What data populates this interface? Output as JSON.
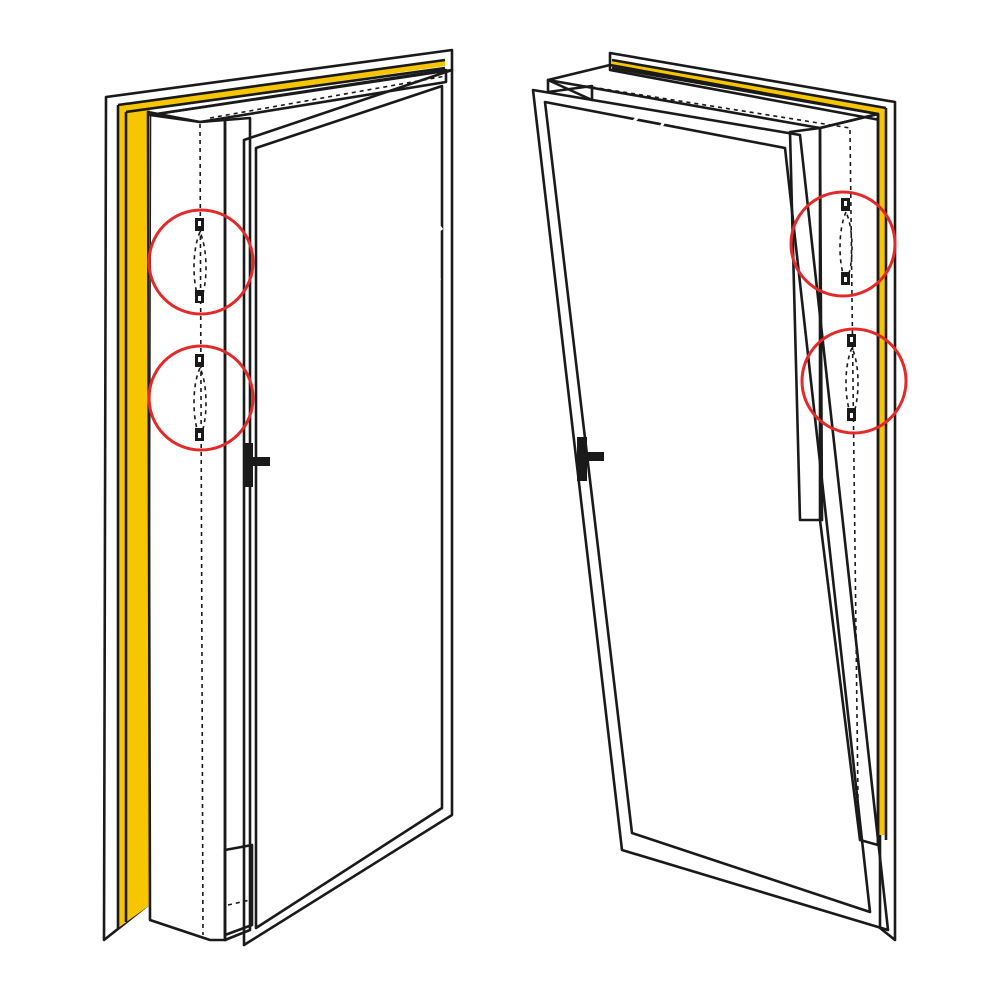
{
  "colors": {
    "background": "#ffffff",
    "line": "#1a1a1a",
    "seal_tape": "#f7c600",
    "sleeve_fabric": "#e6e6e6",
    "glass": "#dfeffb",
    "frame": "#ffffff",
    "highlight_circle": "#e32a2a",
    "handle": "#1a1a1a"
  },
  "icons": [
    "zipper-icon",
    "window-handle-icon",
    "highlight-circle"
  ],
  "panels": [
    {
      "view": "window-opened-sideways",
      "highlighted_zippers": 2
    },
    {
      "view": "window-tilted-open",
      "highlighted_zippers": 2
    }
  ]
}
